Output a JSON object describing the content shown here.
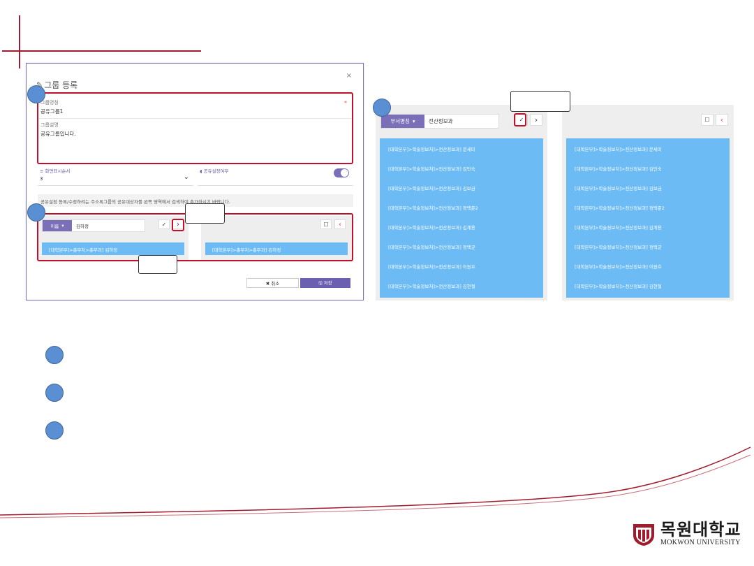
{
  "dialog": {
    "title": "그룹 등록",
    "close_label": "×",
    "group_name_label": "그룹명칭",
    "group_name_value": "공유그룹1",
    "required_mark": "*",
    "group_desc_label": "그룹설명",
    "group_desc_value": "공유그룹입니다.",
    "display_order_label": "화면표시순서",
    "display_order_value": "3",
    "share_setting_label": "공유설정여부",
    "share_setting_on": true,
    "notice": "공유설정 등록/수정하려는 주소록그룹의 공유대상자를 왼쪽 영역에서 검색하여 추가하시기 바랍니다.",
    "search_type": "이름",
    "search_value": "김하정",
    "left_result": "[대학본부]>총무처>총무과] 김하정",
    "right_result": "[대학본부]>총무처>총무과] 김하정",
    "cancel_label": "✖ 취소",
    "save_label": "🖫 저장"
  },
  "dept_panel": {
    "search_type": "부서명칭",
    "search_value": "전산정보과",
    "left_items": [
      "[대학본부]>학술정보처]>전산정보과] 문세미",
      "[대학본부]>학술정보처]>전산정보과] 김민숙",
      "[대학본부]>학술정보처]>전산정보과] 김보금",
      "[대학본부]>학술정보처]>전산정보과] 정택준2",
      "[대학본부]>학술정보처]>전산정보과] 김계용",
      "[대학본부]>학술정보처]>전산정보과] 정택균",
      "[대학본부]>학술정보처]>전산정보과] 이원호",
      "[대학본부]>학술정보처]>전산정보과] 김현철"
    ],
    "right_items": [
      "[대학본부]>학술정보처]>전산정보과] 문세미",
      "[대학본부]>학술정보처]>전산정보과] 김민숙",
      "[대학본부]>학술정보처]>전산정보과] 김보금",
      "[대학본부]>학술정보처]>전산정보과] 정택준2",
      "[대학본부]>학술정보처]>전산정보과] 김계용",
      "[대학본부]>학술정보처]>전산정보과] 정택균",
      "[대학본부]>학술정보처]>전산정보과] 이원호",
      "[대학본부]>학술정보처]>전산정보과] 김현철"
    ]
  },
  "icons": {
    "check_all": "✓",
    "move_right": "›",
    "deselect": "☐",
    "move_left": "‹",
    "dropdown": "▾",
    "edit": "✎",
    "list": "≡",
    "chevron": "⌄"
  },
  "logo": {
    "korean": "목원대학교",
    "english": "MOKWON UNIVERSITY"
  },
  "colors": {
    "accent": "#7b6fb8",
    "list_item": "#6cbbf5",
    "highlight": "#c0102a",
    "badge": "#5b8fd4",
    "deco": "#a01b2c"
  }
}
